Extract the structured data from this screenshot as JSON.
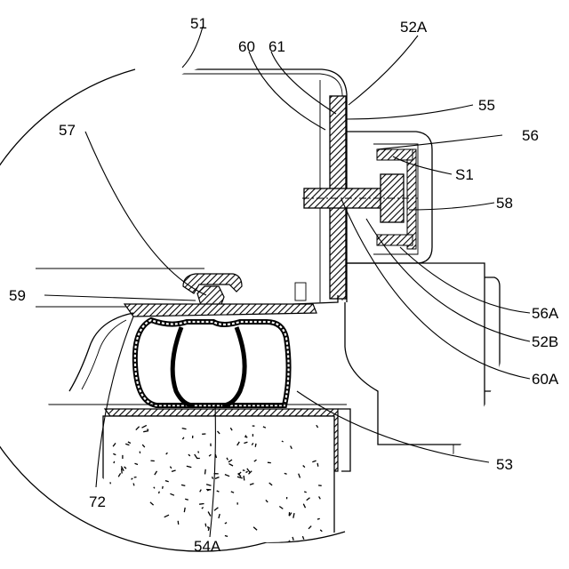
{
  "figure": {
    "labels": [
      {
        "id": "lbl-51",
        "text": "51"
      },
      {
        "id": "lbl-60",
        "text": "60"
      },
      {
        "id": "lbl-61",
        "text": "61"
      },
      {
        "id": "lbl-52A",
        "text": "52A"
      },
      {
        "id": "lbl-55",
        "text": "55"
      },
      {
        "id": "lbl-56",
        "text": "56"
      },
      {
        "id": "lbl-57",
        "text": "57"
      },
      {
        "id": "lbl-S1",
        "text": "S1"
      },
      {
        "id": "lbl-58",
        "text": "58"
      },
      {
        "id": "lbl-59",
        "text": "59"
      },
      {
        "id": "lbl-56A",
        "text": "56A"
      },
      {
        "id": "lbl-52B",
        "text": "52B"
      },
      {
        "id": "lbl-60A",
        "text": "60A"
      },
      {
        "id": "lbl-53",
        "text": "53"
      },
      {
        "id": "lbl-72",
        "text": "72"
      },
      {
        "id": "lbl-54A",
        "text": "54A"
      }
    ]
  }
}
